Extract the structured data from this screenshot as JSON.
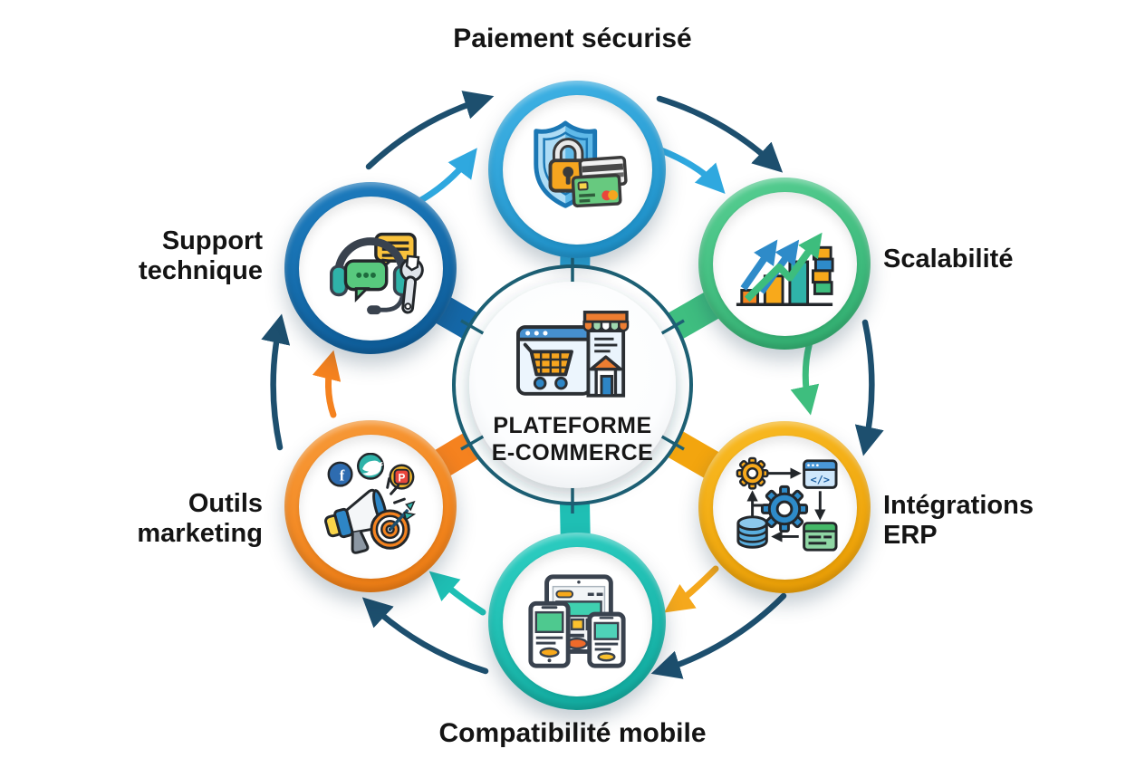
{
  "center": {
    "label": "PLATEFORME\nE-COMMERCE",
    "icon": "ecommerce-storefront-cart-icon",
    "ring_color": "#1D6074"
  },
  "nodes": [
    {
      "id": "paiement-securise",
      "label": "Paiement sécurisé",
      "icon": "shield-lock-card-icon",
      "ring_color": "#29A7DC",
      "position": "top"
    },
    {
      "id": "scalabilite",
      "label": "Scalabilité",
      "icon": "growth-arrows-chart-icon",
      "ring_color": "#43C083",
      "position": "top-right"
    },
    {
      "id": "integrations-erp",
      "label": "Intégrations\nERP",
      "icon": "gears-workflow-icon",
      "ring_color": "#F5AB10",
      "position": "bottom-right"
    },
    {
      "id": "compatibilite-mobile",
      "label": "Compatibilité mobile",
      "icon": "responsive-devices-icon",
      "ring_color": "#20BFB3",
      "position": "bottom"
    },
    {
      "id": "outils-marketing",
      "label": "Outils\nmarketing",
      "icon": "megaphone-social-target-icon",
      "ring_color": "#F5831F",
      "position": "bottom-left"
    },
    {
      "id": "support-technique",
      "label": "Support\ntechnique",
      "icon": "headset-chat-wrench-icon",
      "ring_color": "#1467A8",
      "position": "top-left"
    }
  ],
  "flow": {
    "direction": "clockwise",
    "outer_arrow_color": "#1D4F6E",
    "inner_arrow_colors": [
      "#2FA8DF",
      "#2FA8DF",
      "#3EBE7E",
      "#F5A81C",
      "#1FBFB4",
      "#F5821F"
    ]
  },
  "colors": {
    "background": "#FFFFFF",
    "label_text": "#141414",
    "center_ring": "#1D6074"
  }
}
